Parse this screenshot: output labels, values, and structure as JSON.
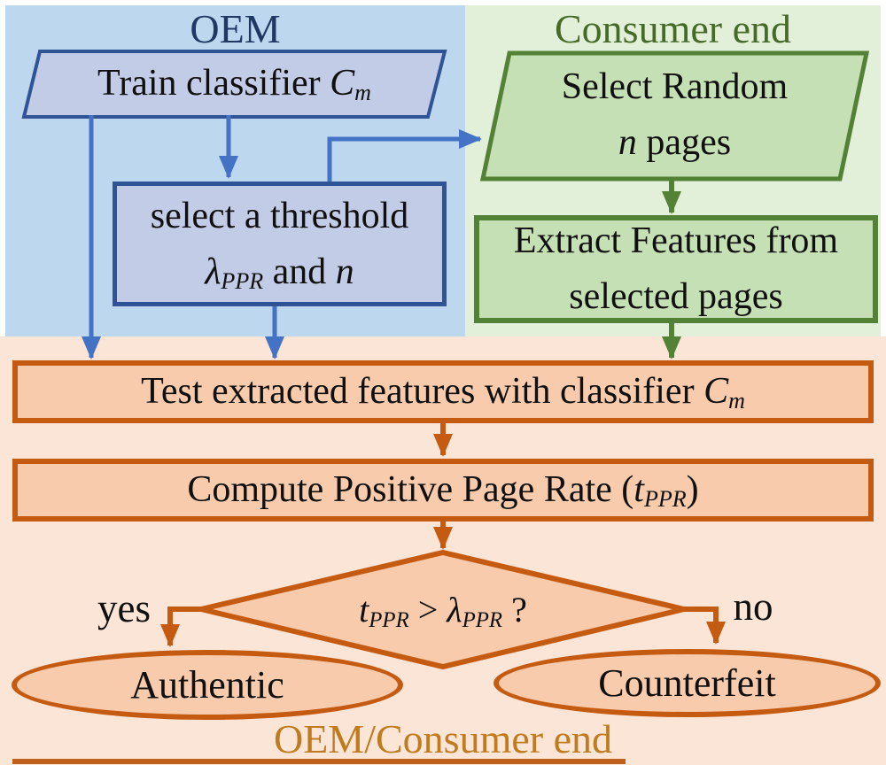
{
  "regions": {
    "oem": {
      "label": "OEM",
      "bg": "#BDD7EE",
      "title_color": "#1F3864"
    },
    "consumer": {
      "label": "Consumer end",
      "bg": "#E2EFD9",
      "title_color": "#466B28"
    },
    "shared": {
      "label": "OEM/Consumer end",
      "bg": "#FBE5D6",
      "title_color": "#BF7B1D"
    }
  },
  "nodes": {
    "train": {
      "prefix": "Train classifier ",
      "var": "C",
      "sub": "m"
    },
    "threshold": {
      "line1": "select a threshold",
      "lambda": "λ",
      "lambda_sub": "PPR",
      "mid": " and ",
      "n": "n"
    },
    "select_random": {
      "line1": "Select Random",
      "n": "n",
      "line2_rest": " pages"
    },
    "extract": {
      "line1": "Extract Features from",
      "line2": "selected pages"
    },
    "test": {
      "prefix": "Test extracted features with classifier ",
      "var": "C",
      "sub": "m"
    },
    "compute": {
      "prefix": "Compute Positive Page Rate (",
      "var": "t",
      "sub": "PPR",
      "suffix": ")"
    },
    "decision": {
      "t": "t",
      "t_sub": "PPR",
      "op": " > ",
      "lambda": "λ",
      "lambda_sub": "PPR",
      "q": " ?"
    },
    "authentic": {
      "label": "Authentic"
    },
    "counterfeit": {
      "label": "Counterfeit"
    }
  },
  "edge_labels": {
    "yes": "yes",
    "no": "no"
  },
  "colors": {
    "blue_border": "#2F5496",
    "blue_fill": "#C2CCE7",
    "blue_arrow": "#4472C4",
    "green_border": "#538135",
    "green_fill": "#C5E0B4",
    "orange_border": "#C55A11",
    "orange_fill": "#F8CBAD",
    "text": "#101010",
    "bottom_line": "#C0611B"
  }
}
